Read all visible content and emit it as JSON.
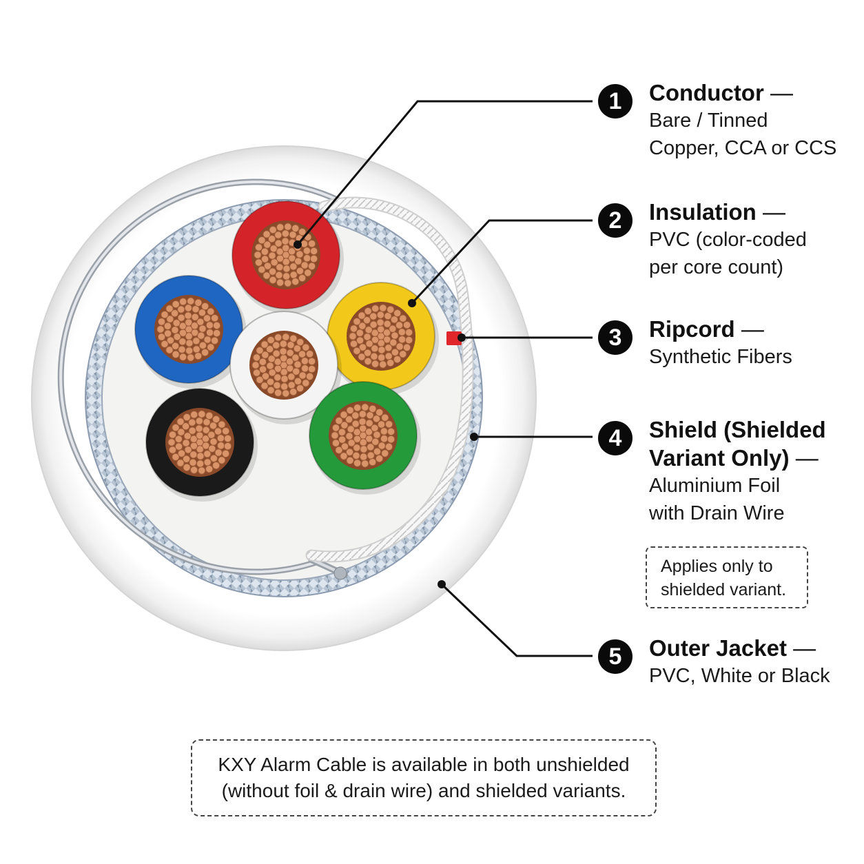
{
  "callouts": [
    {
      "number": "1",
      "title": "Conductor",
      "dash": " —",
      "lines": [
        "Bare / Tinned",
        "Copper, CCA or CCS"
      ]
    },
    {
      "number": "2",
      "title": "Insulation",
      "dash": " —",
      "lines": [
        "PVC (color-coded",
        "per core count)"
      ]
    },
    {
      "number": "3",
      "title": "Ripcord",
      "dash": " —",
      "lines": [
        "Synthetic Fibers"
      ]
    },
    {
      "number": "4",
      "title_lines": [
        "Shield (Shielded",
        "Variant Only)"
      ],
      "dash": " —",
      "lines": [
        "Aluminium Foil",
        "with Drain Wire"
      ]
    },
    {
      "number": "5",
      "title": "Outer Jacket",
      "dash": " —",
      "lines": [
        "PVC, White or Black"
      ]
    }
  ],
  "notes": {
    "shield_note": [
      "Applies only to",
      "shielded variant."
    ],
    "footer_note": [
      "KXY Alarm Cable is available in both unshielded",
      "(without foil & drain wire) and shielded variants."
    ]
  },
  "colors": {
    "core_red": "#d4242a",
    "core_yellow": "#f2c91a",
    "core_blue": "#1f66c2",
    "core_white": "#f4f4f4",
    "core_black": "#1a1a1a",
    "core_green": "#249a3a",
    "copper": "#d9946a",
    "foil": "#a9b9cc",
    "jacket": "#ffffff",
    "ripcord_marker": "#e0262a"
  }
}
